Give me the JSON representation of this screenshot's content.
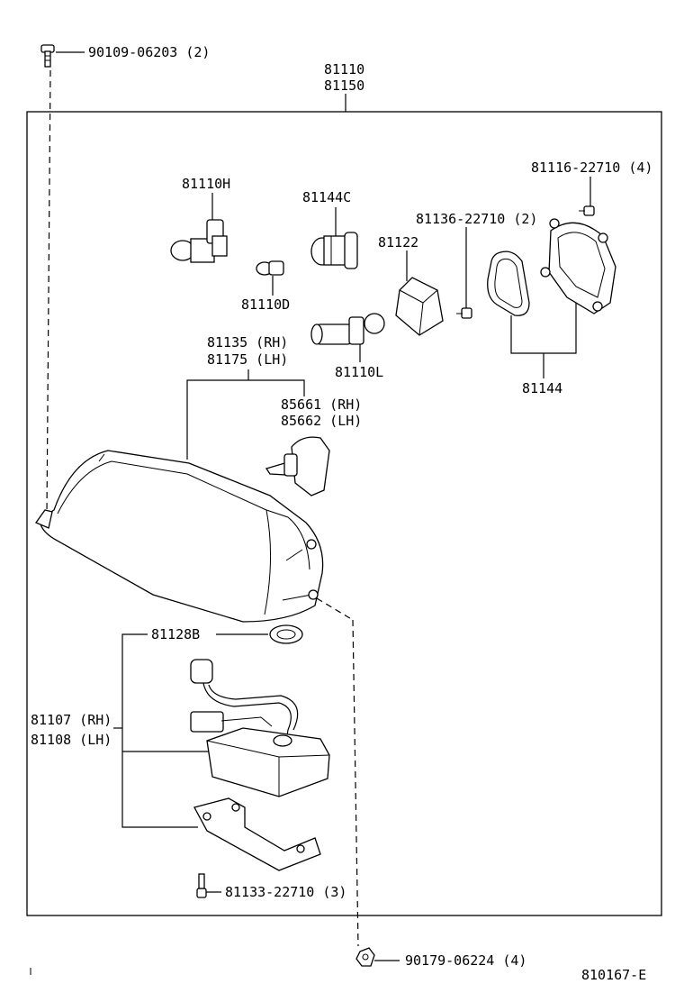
{
  "labels": {
    "bolt_top": "90109-06203 (2)",
    "assy_1": "81110",
    "assy_2": "81150",
    "screw_cover": "81116-22710 (4)",
    "bulb_h": "81110H",
    "bulb_c": "81144C",
    "screw_socket": "81136-22710 (2)",
    "socket_cap": "81122",
    "bulb_d": "81110D",
    "bulb_l": "81110L",
    "cover_assy": "81144",
    "unit_rh": "81135 (RH)",
    "unit_lh": "81175 (LH)",
    "sw_rh": "85661 (RH)",
    "sw_lh": "85662 (LH)",
    "gasket": "81128B",
    "ballast_rh": "81107 (RH)",
    "ballast_lh": "81108 (LH)",
    "screw_bracket": "81133-22710 (3)",
    "nut_bottom": "90179-06224 (4)",
    "drawing_no": "810167-E"
  }
}
